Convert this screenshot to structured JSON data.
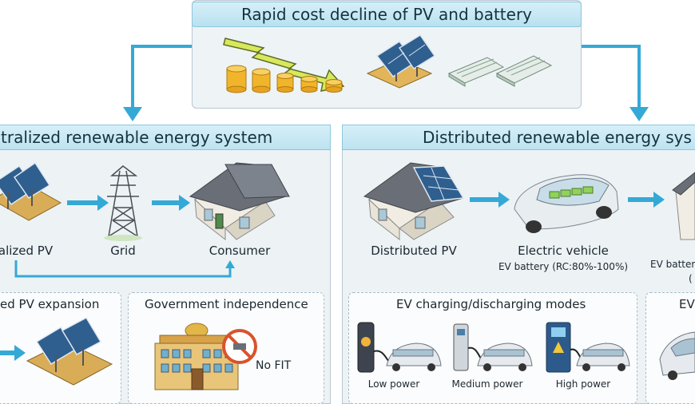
{
  "top": {
    "title": "Rapid cost decline of PV and battery"
  },
  "left_panel": {
    "title": "tralized renewable energy system",
    "nodes": [
      {
        "label": "alized PV"
      },
      {
        "label": "Grid"
      },
      {
        "label": "Consumer"
      }
    ],
    "sub_left": {
      "title": "ed PV expansion"
    },
    "sub_right": {
      "title": "Government independence",
      "badge": "No FIT"
    }
  },
  "right_panel": {
    "title": "Distributed renewable energy sys",
    "nodes": [
      {
        "label": "Distributed PV"
      },
      {
        "label": "Electric vehicle",
        "detail": "EV battery (RC:80%-100%)"
      },
      {
        "detail": "EV batter"
      }
    ],
    "paren": "(",
    "sub_left": {
      "title": "EV charging/discharging modes",
      "modes": [
        "Low power",
        "Medium power",
        "High power"
      ]
    },
    "sub_right": {
      "title": "EV"
    }
  },
  "colors": {
    "accent": "#3aaed8",
    "arrow": "#35a9d6",
    "header": "#c6e8f4"
  }
}
